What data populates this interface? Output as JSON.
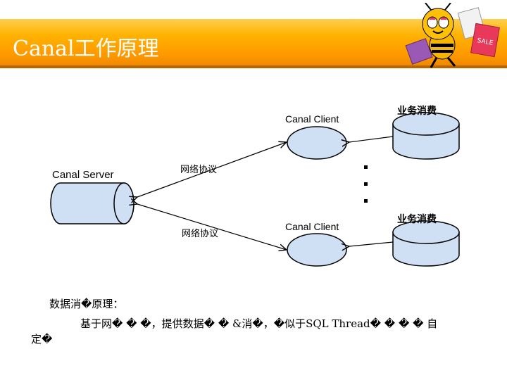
{
  "slide": {
    "title": "Canal工作原理",
    "caption_line1": "数据消�原理：",
    "caption_line2": "基于网� � �，提供数据� � &消�，�似于SQL Thread� � � � 自",
    "caption_line3": "定�"
  },
  "diagram": {
    "server_label": "Canal Server",
    "client_top_label": "Canal Client",
    "client_bottom_label": "Canal Client",
    "consume_top_label": "业务消费",
    "consume_bottom_label": "业务消费",
    "protocol_top_label": "网络协议",
    "protocol_bottom_label": "网络协议"
  },
  "colors": {
    "banner": "#ffb200",
    "cylinder_fill": "#cfe0f5",
    "line": "#000000"
  },
  "icons": {
    "mascot": "bee-mascot-with-shopping-bags"
  }
}
